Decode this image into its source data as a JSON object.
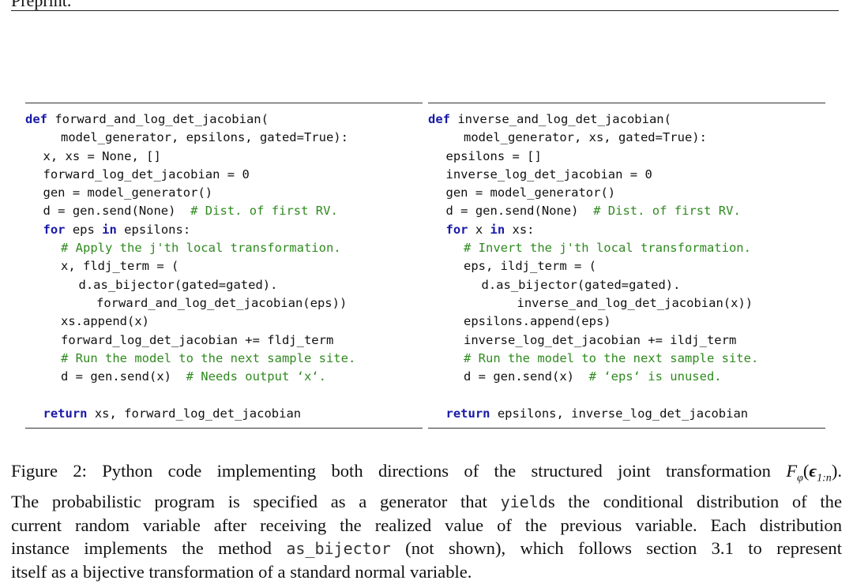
{
  "header": {
    "running_title": "Preprint."
  },
  "left_code": {
    "lines": [
      {
        "indent": 0,
        "parts": [
          {
            "t": "def",
            "k": "kw"
          },
          {
            "t": " forward_and_log_det_jacobian("
          }
        ]
      },
      {
        "indent": 2,
        "parts": [
          {
            "t": "model_generator, epsilons, gated=True):"
          }
        ]
      },
      {
        "indent": 1,
        "parts": [
          {
            "t": "x, xs = None, []"
          }
        ]
      },
      {
        "indent": 1,
        "parts": [
          {
            "t": "forward_log_det_jacobian = 0"
          }
        ]
      },
      {
        "indent": 1,
        "parts": [
          {
            "t": "gen = model_generator()"
          }
        ]
      },
      {
        "indent": 1,
        "parts": [
          {
            "t": "d = gen.send(None)  "
          },
          {
            "t": "# Dist. of first RV.",
            "k": "cm"
          }
        ]
      },
      {
        "indent": 1,
        "parts": [
          {
            "t": "for",
            "k": "kw"
          },
          {
            "t": " eps "
          },
          {
            "t": "in",
            "k": "kw"
          },
          {
            "t": " epsilons:"
          }
        ]
      },
      {
        "indent": 2,
        "parts": [
          {
            "t": "# Apply the j'th local transformation.",
            "k": "cm"
          }
        ]
      },
      {
        "indent": 2,
        "parts": [
          {
            "t": "x, fldj_term = ("
          }
        ]
      },
      {
        "indent": 3,
        "parts": [
          {
            "t": "d.as_bijector(gated=gated)."
          }
        ]
      },
      {
        "indent": 4,
        "parts": [
          {
            "t": "forward_and_log_det_jacobian(eps))"
          }
        ]
      },
      {
        "indent": 2,
        "parts": [
          {
            "t": "xs.append(x)"
          }
        ]
      },
      {
        "indent": 2,
        "parts": [
          {
            "t": "forward_log_det_jacobian += fldj_term"
          }
        ]
      },
      {
        "indent": 2,
        "parts": [
          {
            "t": "# Run the model to the next sample site.",
            "k": "cm"
          }
        ]
      },
      {
        "indent": 2,
        "parts": [
          {
            "t": "d = gen.send(x)  "
          },
          {
            "t": "# Needs output ‘x‘.",
            "k": "cm"
          }
        ]
      },
      {
        "indent": 0,
        "parts": [
          {
            "t": ""
          }
        ]
      },
      {
        "indent": 1,
        "parts": [
          {
            "t": "return",
            "k": "kw"
          },
          {
            "t": " xs, forward_log_det_jacobian"
          }
        ]
      }
    ]
  },
  "right_code": {
    "lines": [
      {
        "indent": 0,
        "parts": [
          {
            "t": "def",
            "k": "kw"
          },
          {
            "t": " inverse_and_log_det_jacobian("
          }
        ]
      },
      {
        "indent": 2,
        "parts": [
          {
            "t": "model_generator, xs, gated=True):"
          }
        ]
      },
      {
        "indent": 1,
        "parts": [
          {
            "t": "epsilons = []"
          }
        ]
      },
      {
        "indent": 1,
        "parts": [
          {
            "t": "inverse_log_det_jacobian = 0"
          }
        ]
      },
      {
        "indent": 1,
        "parts": [
          {
            "t": "gen = model_generator()"
          }
        ]
      },
      {
        "indent": 1,
        "parts": [
          {
            "t": "d = gen.send(None)  "
          },
          {
            "t": "# Dist. of first RV.",
            "k": "cm"
          }
        ]
      },
      {
        "indent": 1,
        "parts": [
          {
            "t": "for",
            "k": "kw"
          },
          {
            "t": " x "
          },
          {
            "t": "in",
            "k": "kw"
          },
          {
            "t": " xs:"
          }
        ]
      },
      {
        "indent": 2,
        "parts": [
          {
            "t": "# Invert the j'th local transformation.",
            "k": "cm"
          }
        ]
      },
      {
        "indent": 2,
        "parts": [
          {
            "t": "eps, ildj_term = ("
          }
        ]
      },
      {
        "indent": 3,
        "parts": [
          {
            "t": "d.as_bijector(gated=gated)."
          }
        ]
      },
      {
        "indent": 5,
        "parts": [
          {
            "t": "inverse_and_log_det_jacobian(x))"
          }
        ]
      },
      {
        "indent": 2,
        "parts": [
          {
            "t": "epsilons.append(eps)"
          }
        ]
      },
      {
        "indent": 2,
        "parts": [
          {
            "t": "inverse_log_det_jacobian += ildj_term"
          }
        ]
      },
      {
        "indent": 2,
        "parts": [
          {
            "t": "# Run the model to the next sample site.",
            "k": "cm"
          }
        ]
      },
      {
        "indent": 2,
        "parts": [
          {
            "t": "d = gen.send(x)  "
          },
          {
            "t": "# ‘eps‘ is unused.",
            "k": "cm"
          }
        ]
      },
      {
        "indent": 0,
        "parts": [
          {
            "t": ""
          }
        ]
      },
      {
        "indent": 1,
        "parts": [
          {
            "t": "return",
            "k": "kw"
          },
          {
            "t": " epsilons, inverse_log_det_jacobian"
          }
        ]
      }
    ]
  },
  "caption": {
    "line1": "Figure 2: Python code implementing both directions of the structured joint transformation ",
    "math_F": "F",
    "math_phi": "φ",
    "math_open": "(",
    "math_eps": "ϵ",
    "math_sub": "1:n",
    "math_close": ").",
    "line2_a": "The probabilistic program is specified as a generator that ",
    "line2_code": "yield",
    "line2_b": "s the conditional distribution of the",
    "line3": "current random variable after receiving the realized value of the previous variable. Each distribution",
    "line4_a": "instance implements the method ",
    "line4_code": "as_bijector",
    "line4_b": " (not shown), which follows section 3.1 to represent",
    "line5": "itself as a bijective transformation of a standard normal variable."
  }
}
